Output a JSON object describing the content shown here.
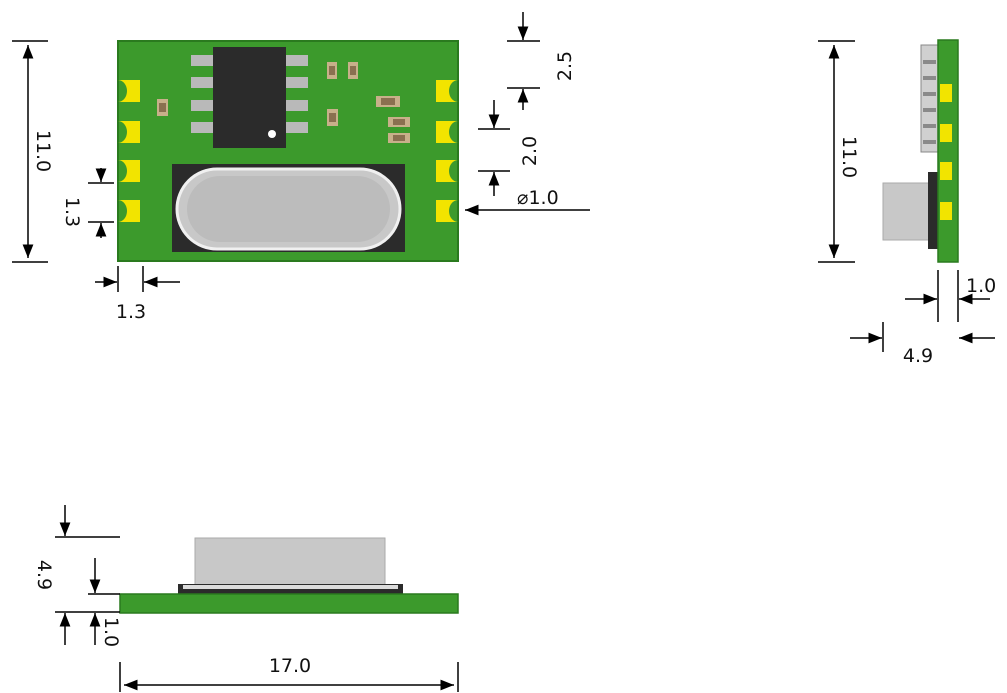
{
  "colors": {
    "pcb": "#3c9a2c",
    "pcb_edge": "#2a7a1e",
    "gold": "#f2e400",
    "ic": "#2b2b2b",
    "pin": "#b9b9b9",
    "crystal_bg": "#2b2b2b",
    "crystal_body": "#c8c8c8",
    "smd_tan": "#c8b08a",
    "dim_line": "#000000"
  },
  "labels": {
    "top_height": "11.0",
    "pad_pitch_vertical": "1.3",
    "pad_width": "1.3",
    "top_edge_to_pad": "2.5",
    "pad_spacing": "2.0",
    "hole_diameter": "⌀1.0",
    "side_height": "11.0",
    "pcb_thickness_side": "1.0",
    "total_depth_side": "4.9",
    "front_height": "4.9",
    "front_pcb_thickness": "1.0",
    "front_length": "17.0"
  }
}
